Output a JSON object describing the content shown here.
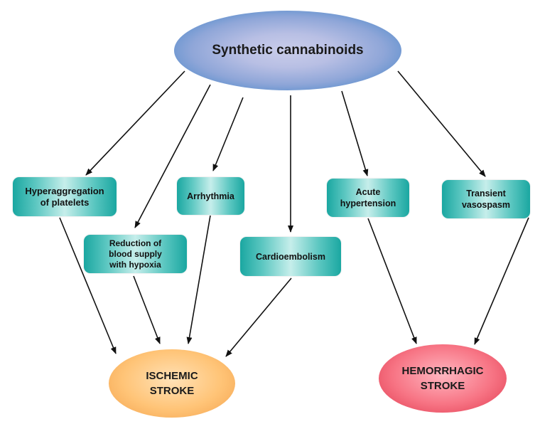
{
  "source": {
    "label": "Synthetic cannabinoids"
  },
  "mechanisms": {
    "hyperaggregation": "Hyperaggregation\nof platelets",
    "arrhythmia": "Arrhythmia",
    "acute_hypertension": "Acute\nhypertension",
    "transient_vasospasm": "Transient\nvasospasm",
    "reduction_blood_supply": "Reduction of\nblood supply\nwith hypoxia",
    "cardioembolism": "Cardioembolism"
  },
  "outcomes": {
    "ischemic": "ISCHEMIC\nSTROKE",
    "hemorrhagic": "HEMORRHAGIC\nSTROKE"
  },
  "colors": {
    "arrow": "#111111",
    "box": "#1aa7a1",
    "source": "#2f7cc4",
    "ischemic": "#ffc477",
    "hemorrhagic": "#f77484"
  }
}
